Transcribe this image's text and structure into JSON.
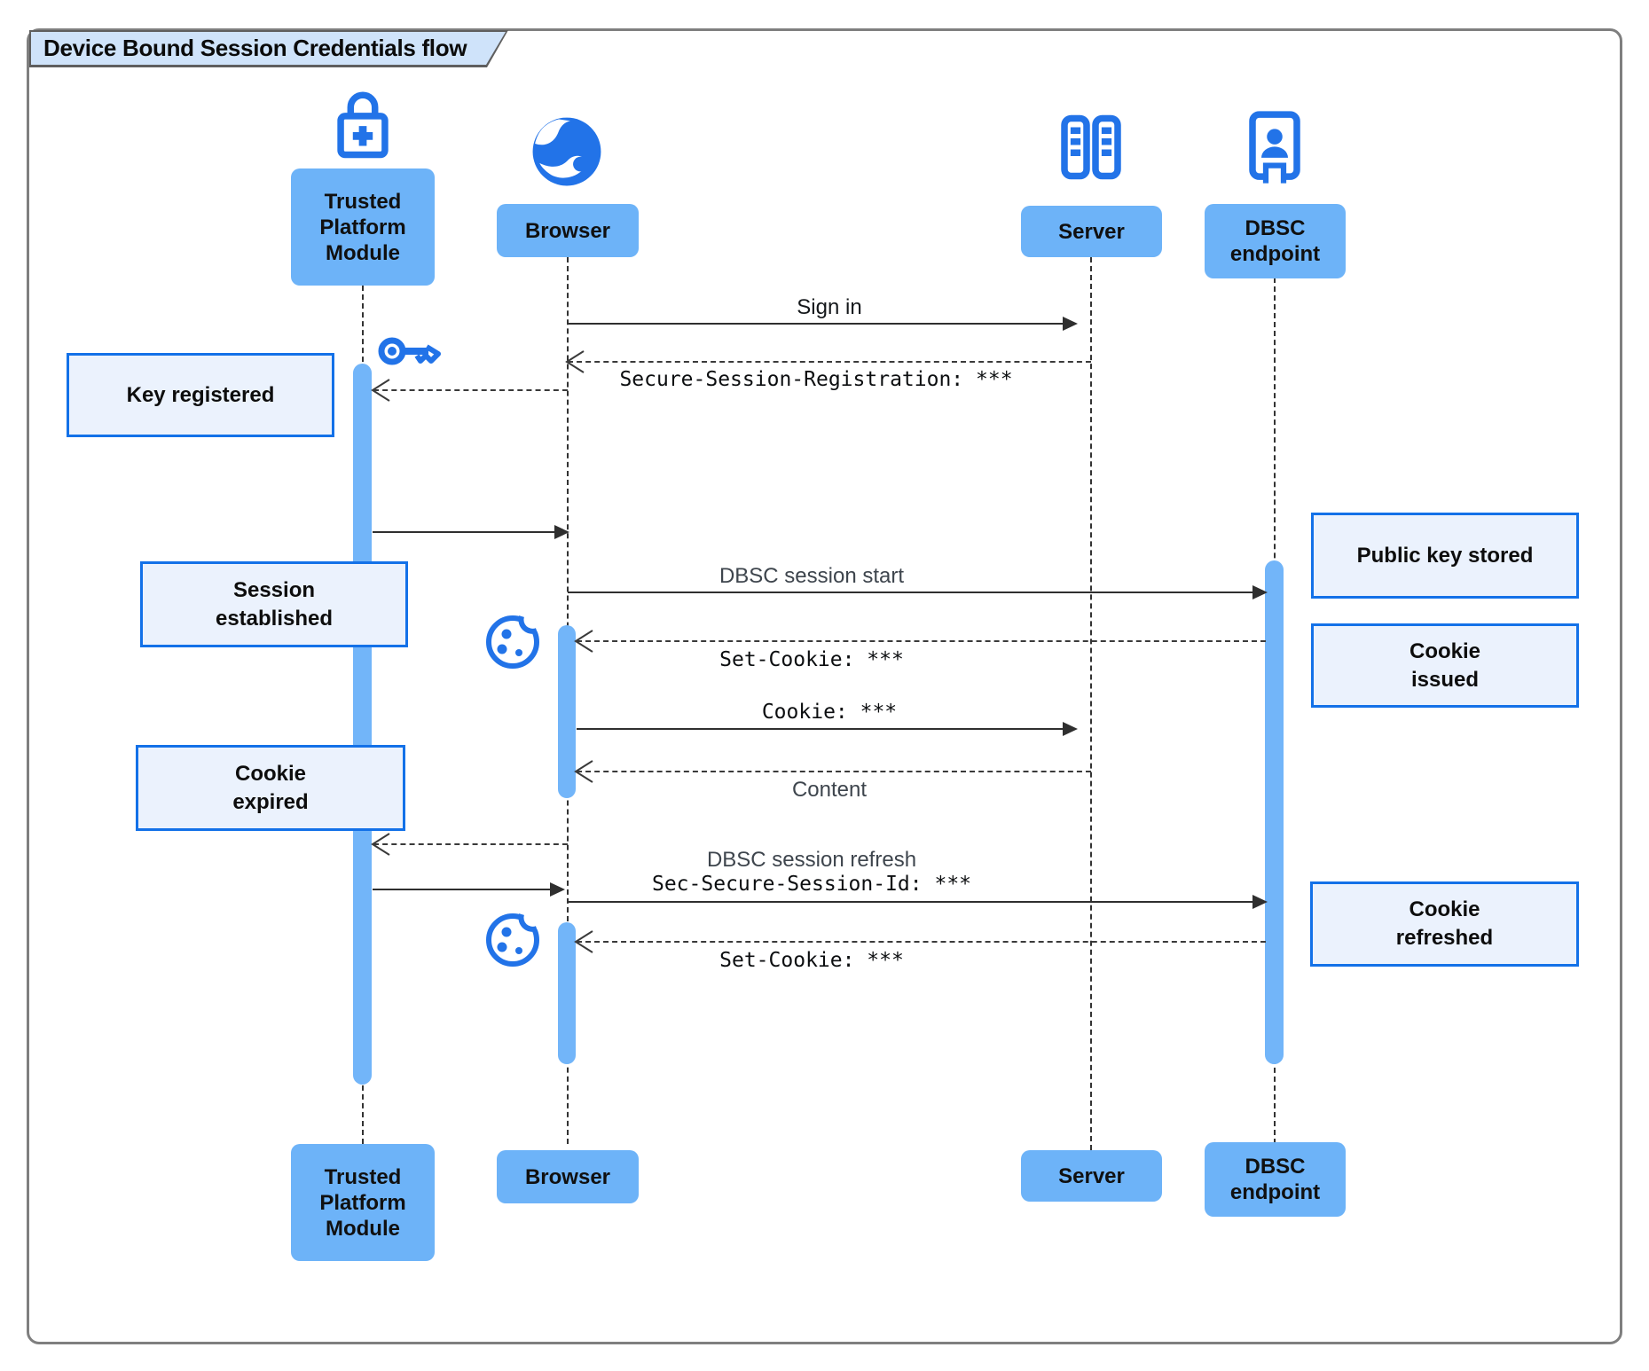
{
  "title": "Device Bound Session Credentials flow",
  "participants": [
    {
      "id": "tpm",
      "label": "Trusted\nPlatform\nModule",
      "icon": "lock-plus-icon"
    },
    {
      "id": "browser",
      "label": "Browser",
      "icon": "globe-icon"
    },
    {
      "id": "server",
      "label": "Server",
      "icon": "server-rack-icon"
    },
    {
      "id": "dbsc",
      "label": "DBSC\nendpoint",
      "icon": "badge-person-icon"
    }
  ],
  "messages": [
    {
      "label": "Sign in",
      "from": "Browser",
      "to": "Server",
      "line": "solid"
    },
    {
      "label": "Secure-Session-Registration: ***",
      "from": "Server",
      "to": "Browser",
      "line": "dashed"
    },
    {
      "label": "",
      "from": "Browser",
      "to": "Trusted Platform Module",
      "line": "dashed"
    },
    {
      "label": "",
      "from": "Trusted Platform Module",
      "to": "Browser",
      "line": "solid"
    },
    {
      "label": "DBSC session start",
      "from": "Browser",
      "to": "DBSC endpoint",
      "line": "solid"
    },
    {
      "label": "Set-Cookie: ***",
      "from": "DBSC endpoint",
      "to": "Browser",
      "line": "dashed"
    },
    {
      "label": "Cookie: ***",
      "from": "Browser",
      "to": "Server",
      "line": "solid"
    },
    {
      "label": "Content",
      "from": "Server",
      "to": "Browser",
      "line": "dashed"
    },
    {
      "label": "",
      "from": "Browser",
      "to": "Trusted Platform Module",
      "line": "dashed"
    },
    {
      "label": "",
      "from": "Trusted Platform Module",
      "to": "Browser",
      "line": "solid"
    },
    {
      "label": "DBSC session refresh",
      "label_mono": "Sec-Secure-Session-Id: ***",
      "from": "Browser",
      "to": "DBSC endpoint",
      "line": "solid"
    },
    {
      "label": "Set-Cookie: ***",
      "from": "DBSC endpoint",
      "to": "Browser",
      "line": "dashed"
    }
  ],
  "notes": [
    {
      "id": "key-registered",
      "label": "Key registered",
      "side": "left"
    },
    {
      "id": "session-established",
      "label": "Session\nestablished",
      "side": "left"
    },
    {
      "id": "cookie-expired",
      "label": "Cookie\nexpired",
      "side": "left"
    },
    {
      "id": "public-key-stored",
      "label": "Public key stored",
      "side": "right"
    },
    {
      "id": "cookie-issued",
      "label": "Cookie\nissued",
      "side": "right"
    },
    {
      "id": "cookie-refreshed",
      "label": "Cookie\nrefreshed",
      "side": "right"
    }
  ],
  "icons": [
    "lock-plus-icon",
    "globe-icon",
    "server-rack-icon",
    "badge-person-icon",
    "key-icon",
    "cookie-icon"
  ],
  "colors": {
    "participant_fill": "#6db3f8",
    "activation_fill": "#72b5f9",
    "icon_blue": "#2273e8",
    "note_fill": "#ebf2fd",
    "note_border": "#1371e8",
    "title_fill": "#cfe3fa",
    "line": "#333333"
  }
}
